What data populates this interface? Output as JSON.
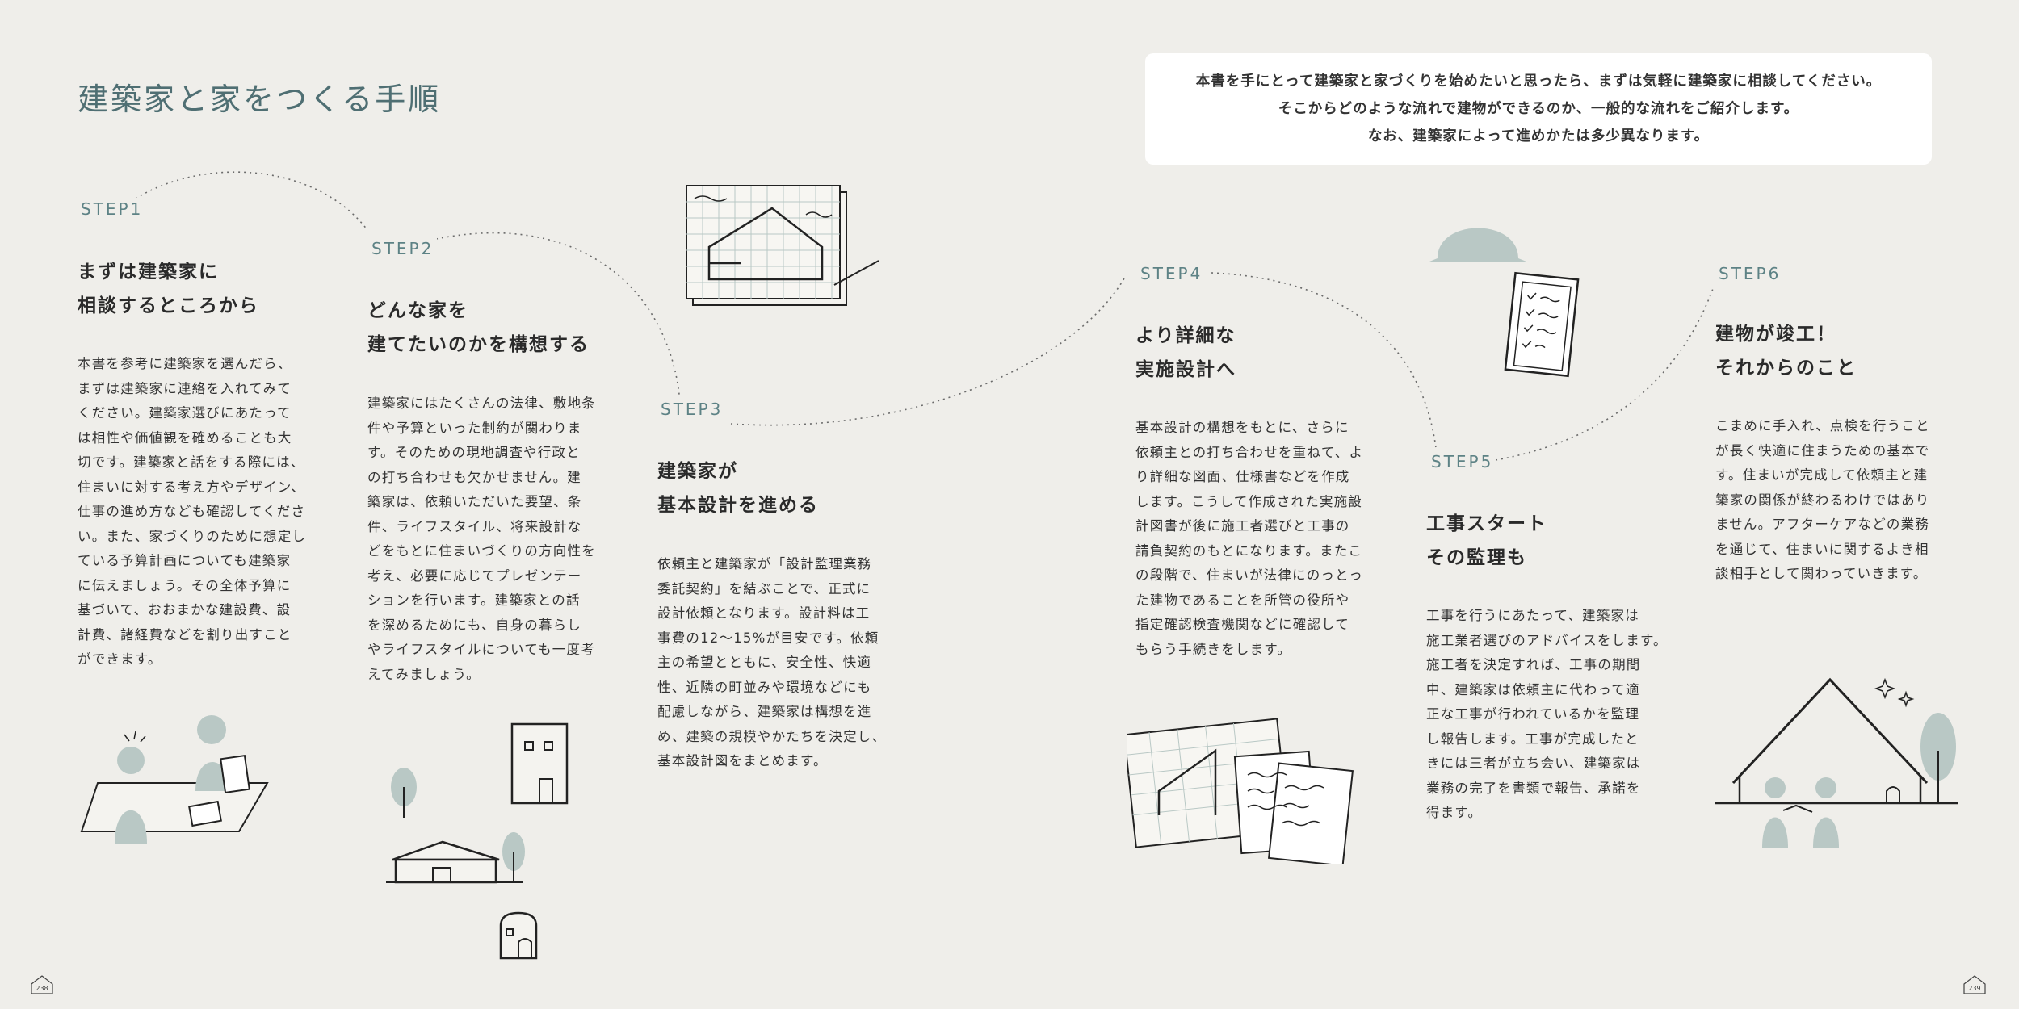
{
  "title": "建築家と家をつくる手順",
  "intro": [
    "本書を手にとって建築家と家づくりを始めたいと思ったら、まずは気軽に建築家に相談してください。",
    "そこからどのような流れで建物ができるのか、一般的な流れをご紹介します。",
    "なお、建築家によって進めかたは多少異なります。"
  ],
  "steps": [
    {
      "label": "STEP1",
      "title": [
        "まずは建築家に",
        "相談するところから"
      ],
      "body": [
        "本書を参考に建築家を選んだら、",
        "まずは建築家に連絡を入れてみて",
        "ください。建築家選びにあたって",
        "は相性や価値観を確めることも大",
        "切です。建築家と話をする際には、",
        "住まいに対する考え方やデザイン、",
        "仕事の進め方なども確認してくださ",
        "い。また、家づくりのために想定し",
        "ている予算計画についても建築家",
        "に伝えましょう。その全体予算に",
        "基づいて、おおまかな建設費、設",
        "計費、諸経費などを割り出すこと",
        "ができます。"
      ]
    },
    {
      "label": "STEP2",
      "title": [
        "どんな家を",
        "建てたいのかを構想する"
      ],
      "body": [
        "建築家にはたくさんの法律、敷地条",
        "件や予算といった制約が関わりま",
        "す。そのための現地調査や行政と",
        "の打ち合わせも欠かせません。建",
        "築家は、依頼いただいた要望、条",
        "件、ライフスタイル、将来設計な",
        "どをもとに住まいづくりの方向性を",
        "考え、必要に応じてプレゼンテー",
        "ションを行います。建築家との話",
        "を深めるためにも、自身の暮らし",
        "やライフスタイルについても一度考",
        "えてみましょう。"
      ]
    },
    {
      "label": "STEP3",
      "title": [
        "建築家が",
        "基本設計を進める"
      ],
      "body": [
        "依頼主と建築家が「設計監理業務",
        "委託契約」を結ぶことで、正式に",
        "設計依頼となります。設計料は工",
        "事費の12〜15%が目安です。依頼",
        "主の希望とともに、安全性、快適",
        "性、近隣の町並みや環境などにも",
        "配慮しながら、建築家は構想を進",
        "め、建築の規模やかたちを決定し、",
        "基本設計図をまとめます。"
      ]
    },
    {
      "label": "STEP4",
      "title": [
        "より詳細な",
        "実施設計へ"
      ],
      "body": [
        "基本設計の構想をもとに、さらに",
        "依頼主との打ち合わせを重ねて、よ",
        "り詳細な図面、仕様書などを作成",
        "します。こうして作成された実施設",
        "計図書が後に施工者選びと工事の",
        "請負契約のもとになります。またこ",
        "の段階で、住まいが法律にのっとっ",
        "た建物であることを所管の役所や",
        "指定確認検査機関などに確認して",
        "もらう手続きをします。"
      ]
    },
    {
      "label": "STEP5",
      "title": [
        "工事スタート",
        "その監理も"
      ],
      "body": [
        "工事を行うにあたって、建築家は",
        "施工業者選びのアドバイスをします。",
        "施工者を決定すれば、工事の期間",
        "中、建築家は依頼主に代わって適",
        "正な工事が行われているかを監理",
        "し報告します。工事が完成したと",
        "きには三者が立ち会い、建築家は",
        "業務の完了を書類で報告、承諾を",
        "得ます。"
      ]
    },
    {
      "label": "STEP6",
      "title": [
        "建物が竣工！",
        "それからのこと"
      ],
      "body": [
        "こまめに手入れ、点検を行うこと",
        "が長く快適に住まうための基本で",
        "す。住まいが完成して依頼主と建",
        "築家の関係が終わるわけではあり",
        "ません。アフターケアなどの業務",
        "を通じて、住まいに関するよき相",
        "談相手として関わっていきます。"
      ]
    }
  ],
  "page_left": "238",
  "page_right": "239",
  "accent_color": "#5d8285"
}
